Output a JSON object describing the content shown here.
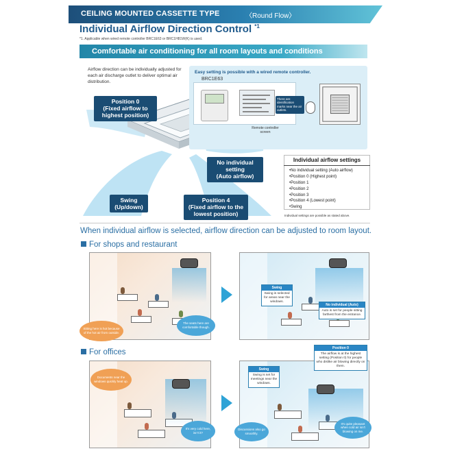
{
  "header": {
    "type_title": "CEILING MOUNTED CASSETTE TYPE",
    "flow_label": "〈Round Flow〉"
  },
  "title": {
    "text": "Individual Airflow Direction Control",
    "sup": "*1",
    "footnote": "*1. Applicable when wired remote controller BRC1E63 or BRC1H81W(K) is used."
  },
  "subheading": "Comfortable air conditioning for all room layouts and conditions",
  "intro": "Airflow direction can be individually adjusted for each air discharge outlet to deliver optimal air distribution.",
  "callouts": {
    "position0": "Position 0\n(Fixed airflow to\nhighest position)",
    "no_individual": "No individual\nsetting\n(Auto airflow)",
    "swing": "Swing\n(Up/down)",
    "position4": "Position 4\n(Fixed airflow to the\nlowest position)"
  },
  "remote": {
    "title": "Easy setting is possible with a wired remote controller.",
    "model": "BRC1E63",
    "screen_label": "Remote controller\nscreen",
    "note": "There are identification marks near the air outlets."
  },
  "settings": {
    "title": "Individual airflow settings",
    "items": [
      "•No individual setting (Auto airflow)",
      "•Position 0 (Highest point)",
      "•Position 1",
      "•Position 2",
      "•Position 3",
      "•Position 4 (Lowest point)",
      "•Swing"
    ],
    "note": "Individual settings are possible as stated above."
  },
  "selected_line": "When individual airflow is selected, airflow direction can be adjusted to room layout.",
  "shops": {
    "heading": "For shops and restaurant",
    "before_bubbles": {
      "orange": "Sitting here is hot because of the hot air from outside.",
      "blue": "The seats here are comfortable though."
    },
    "after": {
      "swing_head": "Swing",
      "swing_body": "Swing is selected for areas near the windows.",
      "auto_head": "No individual (Auto)",
      "auto_body": "Auto is set for people sitting farthest from the entrance."
    }
  },
  "offices": {
    "heading": "For offices",
    "before_bubbles": {
      "orange": "Documents near the windows quickly heat up.",
      "blue": "It's very cold here, isn't it?"
    },
    "after": {
      "swing_head": "Swing",
      "swing_body": "Swing is set for meetings near the windows.",
      "pos0_head": "Position 0",
      "pos0_body": "The airflow is at the highest setting (Position 0) for people who dislike air blowing directly on them.",
      "blue1": "Discussions also go smoothly.",
      "blue2": "It's quite pleasant when cold air isn't blowing on me."
    }
  },
  "colors": {
    "navy": "#1a4c73",
    "accent_blue": "#2a6ea3",
    "orange_bubble": "#f0a055",
    "blue_bubble": "#4ba7d9"
  }
}
